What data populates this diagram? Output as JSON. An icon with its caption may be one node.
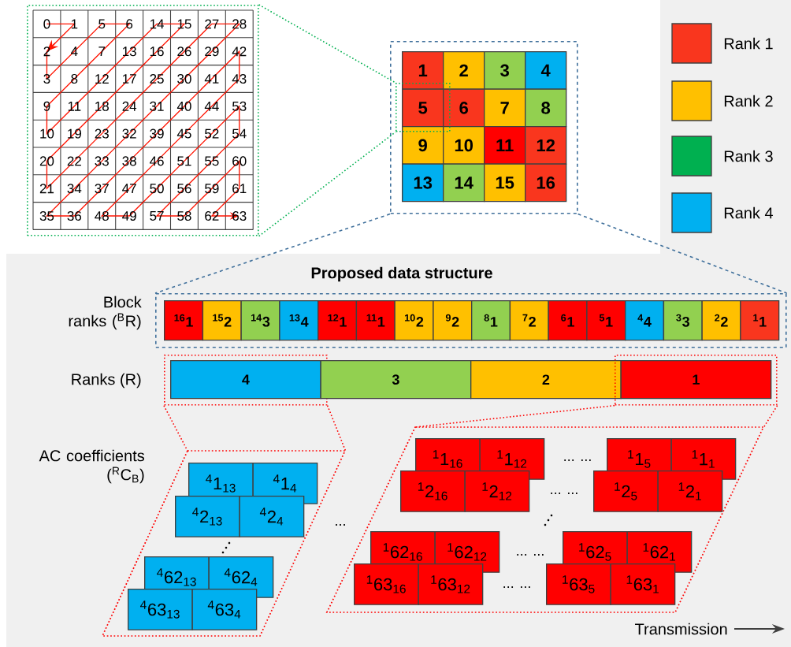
{
  "diagram": {
    "title": "Proposed data structure",
    "nodes": [
      {
        "text": [],
        "shape": "box"
      },
      {
        "text": [],
        "shape": "box"
      },
      {
        "text": [],
        "shape": "box",
        "in": 1
      },
      {
        "text": [
          "1"
        ],
        "in": 1
      },
      {
        "text": [
          "2"
        ],
        "in": 1
      },
      {
        "text": [
          "3"
        ],
        "in": 1
      },
      {
        "text": [
          "4"
        ],
        "in": 1
      },
      {
        "text": [
          "5"
        ],
        "in": 2
      },
      {
        "text": [
          "6"
        ],
        "in": 1
      },
      {
        "text": [
          "7"
        ],
        "in": 1
      },
      {
        "text": [
          "8"
        ],
        "in": 1
      },
      {
        "text": [
          "9"
        ],
        "in": 1
      },
      {
        "text": [
          "10"
        ],
        "in": 1
      },
      {
        "text": [
          "11"
        ],
        "in": 1
      },
      {
        "text": [
          "12"
        ],
        "in": 1
      },
      {
        "text": [
          "13"
        ],
        "in": 1
      },
      {
        "text": [
          "14"
        ],
        "in": 1
      },
      {
        "text": [
          "15"
        ],
        "in": 1
      },
      {
        "text": [
          "16"
        ],
        "in": 1
      },
      {
        "text": [],
        "shape": "box"
      },
      {
        "text": [
          "$^{16}$1"
        ],
        "in": 19
      },
      {
        "text": [
          "$^{15}$2"
        ],
        "in": 19
      },
      {
        "text": [
          "$^{14}$3"
        ],
        "in": 19
      },
      {
        "text": [
          "$^{13}$4"
        ],
        "in": 19
      },
      {
        "text": [
          "$^{12}$1"
        ],
        "in": 19
      },
      {
        "text": [
          "$^{11}$1"
        ],
        "in": 19
      },
      {
        "text": [
          "$^{10}$2"
        ],
        "in": 19
      },
      {
        "text": [
          "$^{9}$2"
        ],
        "in": 19
      },
      {
        "text": [
          "$^{8}$1"
        ],
        "in": 19
      },
      {
        "text": [
          "$^{7}$2"
        ],
        "in": 19
      },
      {
        "text": [
          "$^{6}$1"
        ],
        "in": 19
      },
      {
        "text": [
          "$^{5}$1"
        ],
        "in": 19
      },
      {
        "text": [
          "$^{4}$4"
        ],
        "in": 19
      },
      {
        "text": [
          "$^{3}$3"
        ],
        "in": 19
      },
      {
        "text": [
          "$^{2}$2"
        ],
        "in": 19
      },
      {
        "text": [
          "$^{1}$1"
        ],
        "in": 19
      },
      {
        "text": [],
        "shape": "box"
      },
      {
        "text": [
          "4"
        ],
        "in": 36
      },
      {
        "text": [
          "3"
        ]
      },
      {
        "text": [
          "2"
        ]
      },
      {
        "text": [],
        "shape": "box"
      },
      {
        "text": [
          "1"
        ],
        "in": 40
      },
      {
        "text": [],
        "shape": "parallelogram"
      },
      {
        "text": [
          "$^{4}$1$_{13}$"
        ],
        "in": 42
      },
      {
        "text": [
          "$^{4}$1$_{4}$"
        ],
        "in": 42
      },
      {
        "text": [
          "$^{4}$2$_{13}$"
        ],
        "in": 42
      },
      {
        "text": [
          "$^{4}$2$_{4}$"
        ],
        "in": 42
      },
      {
        "text": [
          "$^{4}$62$_{13}$"
        ],
        "in": 42
      },
      {
        "text": [
          "$^{4}$62$_{4}$"
        ],
        "in": 42
      },
      {
        "text": [
          "$^{4}$63$_{13}$"
        ],
        "in": 42
      },
      {
        "text": [
          "$^{4}$63$_{4}$"
        ],
        "in": 42
      },
      {
        "text": [],
        "shape": "parallelogram"
      },
      {
        "text": [
          "$^{1}$1$_{16}$"
        ],
        "in": 51
      },
      {
        "text": [
          "$^{1}$1$_{12}$"
        ],
        "in": 51
      },
      {
        "text": [
          "$^{1}$1$_{5}$"
        ],
        "in": 51
      },
      {
        "text": [
          "$^{1}$1$_{1}$"
        ],
        "in": 51
      },
      {
        "text": [
          "$^{1}$2$_{16}$"
        ],
        "in": 51
      },
      {
        "text": [
          "$^{1}$2$_{12}$"
        ],
        "in": 51
      },
      {
        "text": [
          "$^{1}$2$_{5}$"
        ],
        "in": 51
      },
      {
        "text": [
          "$^{1}$2$_{1}$"
        ],
        "in": 51
      },
      {
        "text": [
          "$^{1}$62$_{16}$"
        ],
        "in": 51
      },
      {
        "text": [
          "$^{1}$62$_{12}$"
        ],
        "in": 51
      },
      {
        "text": [
          "$^{1}$62$_{5}$"
        ],
        "in": 51
      },
      {
        "text": [
          "$^{1}$62$_{1}$"
        ],
        "in": 51
      },
      {
        "text": [
          "$^{1}$63$_{16}$"
        ],
        "in": 51
      },
      {
        "text": [
          "$^{1}$63$_{12}$"
        ],
        "in": 51
      },
      {
        "text": [
          "$^{1}$63$_{5}$"
        ],
        "in": 51
      },
      {
        "text": [
          "$^{1}$63$_{1}$"
        ],
        "in": 51
      }
    ],
    "edges": [
      {
        "from": 0,
        "to": 2,
        "arrow": "none",
        "style": "dashed",
        "color": "#00b050"
      },
      {
        "from": 0,
        "to": 2,
        "arrow": "none",
        "style": "dashed",
        "color": "#00b050"
      },
      {
        "from": 1,
        "to": 19,
        "arrow": "none",
        "style": "dashed",
        "color": "#41719c"
      },
      {
        "from": 1,
        "to": 19,
        "arrow": "none",
        "style": "dashed",
        "color": "#41719c"
      },
      {
        "from": 36,
        "to": 42,
        "arrow": "none",
        "style": "dashed"
      },
      {
        "from": 36,
        "to": 42,
        "arrow": "none",
        "style": "dashed"
      },
      {
        "from": 40,
        "to": 51,
        "arrow": "none",
        "style": "dashed"
      },
      {
        "from": 40,
        "to": 51,
        "arrow": "none",
        "style": "dashed"
      }
    ],
    "labels": [
      "0",
      "1",
      "5",
      "6",
      "14",
      "15",
      "27",
      "28",
      "2",
      "4",
      "7",
      "13",
      "16",
      "26",
      "29",
      "42",
      "3",
      "8",
      "12",
      "17",
      "25",
      "30",
      "41",
      "43",
      "9",
      "11",
      "18",
      "24",
      "31",
      "40",
      "44",
      "53",
      "10",
      "19",
      "23",
      "32",
      "39",
      "45",
      "52",
      "54",
      "20",
      "22",
      "33",
      "38",
      "46",
      "51",
      "55",
      "60",
      "21",
      "34",
      "37",
      "47",
      "50",
      "56",
      "59",
      "61",
      "35",
      "36",
      "48",
      "49",
      "57",
      "58",
      "62",
      "63",
      "Block ranks ($^{B}$R)",
      "Ranks (R)",
      "AC coefficients ($^{R}$C$_{B}$)",
      "... ...",
      "... ...",
      "...",
      "... ...",
      "... ...",
      "Transmission"
    ],
    "legend": [
      {
        "text": "Rank 1",
        "color": "#f9361e"
      },
      {
        "text": "Rank 2",
        "color": "#ffc000"
      },
      {
        "text": "Rank 3",
        "color": "#00b050"
      },
      {
        "text": "Rank 4",
        "color": "#00b0f0"
      }
    ]
  }
}
